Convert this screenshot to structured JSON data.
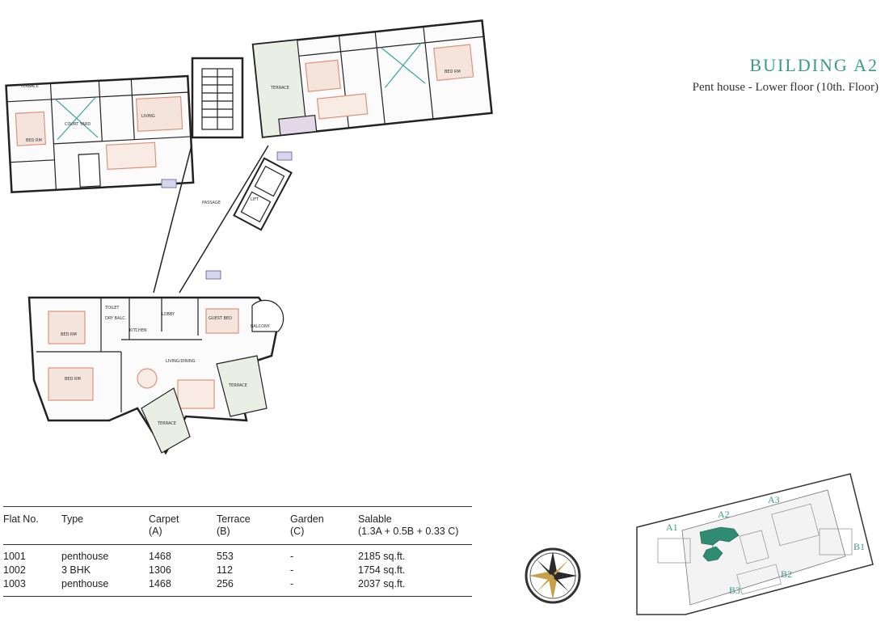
{
  "heading": {
    "title": "BUILDING A2",
    "subtitle": "Pent house - Lower floor (10th. Floor)"
  },
  "plan_labels": {
    "terrace": "TERRACE",
    "passage": "PASSAGE",
    "lobby": "LOBBY",
    "kitchen": "KITCHEN",
    "living": "LIVING",
    "living_dining": "LIVING/DINING",
    "bed_rm": "BED RM",
    "guest_bed": "GUEST BED",
    "toilet": "TOILET",
    "dry_balcony": "DRY BALC.",
    "balcony": "BALCONY",
    "lift": "LIFT",
    "court_yard": "COURT YARD"
  },
  "flat_table": {
    "headers": {
      "flat_no": "Flat No.",
      "type": "Type",
      "carpet": "Carpet",
      "carpet_sub": "(A)",
      "terrace": "Terrace",
      "terrace_sub": "(B)",
      "garden": "Garden",
      "garden_sub": "(C)",
      "salable": "Salable",
      "salable_sub": "(1.3A + 0.5B + 0.33 C)"
    },
    "rows": [
      {
        "flat": "1001",
        "type": "penthouse",
        "carpet": "1468",
        "terrace": "553",
        "garden": "-",
        "salable": "2185 sq.ft."
      },
      {
        "flat": "1002",
        "type": "3 BHK",
        "carpet": "1306",
        "terrace": "112",
        "garden": "-",
        "salable": "1754 sq.ft."
      },
      {
        "flat": "1003",
        "type": "penthouse",
        "carpet": "1468",
        "terrace": "256",
        "garden": "-",
        "salable": "2037 sq.ft."
      }
    ]
  },
  "key_plan": {
    "labels": {
      "a1": "A1",
      "a2": "A2",
      "a3": "A3",
      "b1": "B1",
      "b2": "B2",
      "b3": "B3"
    }
  },
  "colors": {
    "accent": "#3a9a86",
    "highlight_building": "#2f8c73",
    "furniture": "#d9957c",
    "terrace_fill": "#e9efe4",
    "wall": "#222222"
  }
}
